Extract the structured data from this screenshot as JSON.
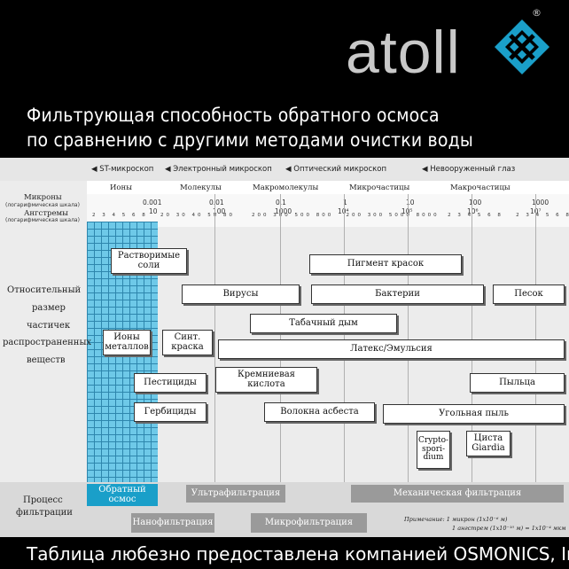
{
  "logo": {
    "text": "atoll",
    "reg": "®",
    "brand_color": "#1a9fc9"
  },
  "title": {
    "line1": "Фильтрующая способность обратного осмоса",
    "line2": "по сравнению с другими методами очистки воды"
  },
  "scopes": [
    {
      "label": "ST-микроскоп"
    },
    {
      "label": "Электронный микроскоп"
    },
    {
      "label": "Оптический микроскоп"
    },
    {
      "label": "Невооруженный глаз"
    }
  ],
  "categories": [
    "Ионы",
    "Молекулы",
    "Макромолекулы",
    "Микрочастицы",
    "Макрочастицы"
  ],
  "axes": {
    "microns_label": "Микроны",
    "microns_sub": "(логарифмическая шкала)",
    "angstrom_label": "Ангстремы",
    "angstrom_sub": "(логарифмическая шкала)",
    "micron_ticks": [
      "0.001",
      "0.01",
      "0.1",
      "1",
      "10",
      "100",
      "1000"
    ],
    "angstrom_ticks": [
      "10",
      "100",
      "1000",
      "10⁴",
      "10⁵",
      "10⁶",
      "10⁷"
    ]
  },
  "left_label": [
    "Относительный",
    "размер",
    "частичек",
    "распространенных",
    "веществ"
  ],
  "substances": [
    {
      "label": "Растворимые\nсоли"
    },
    {
      "label": "Пигмент красок"
    },
    {
      "label": "Вирусы"
    },
    {
      "label": "Бактерии"
    },
    {
      "label": "Песок"
    },
    {
      "label": "Табачный дым"
    },
    {
      "label": "Ионы\nметаллов"
    },
    {
      "label": "Синт.\nкраска"
    },
    {
      "label": "Латекс/Эмульсия"
    },
    {
      "label": "Кремниевая\nкислота"
    },
    {
      "label": "Пестициды"
    },
    {
      "label": "Пыльца"
    },
    {
      "label": "Гербициды"
    },
    {
      "label": "Волокна асбеста"
    },
    {
      "label": "Угольная пыль"
    },
    {
      "label": "Crypto-\nspori-\ndium"
    },
    {
      "label": "Циста\nGiardia"
    }
  ],
  "process_label": [
    "Процесс",
    "фильтрации"
  ],
  "processes": [
    {
      "label": "Обратный\nосмос",
      "color": "#1a9fc9"
    },
    {
      "label": "Ультрафильтрация",
      "color": "#9a9a9a"
    },
    {
      "label": "Механическая фильтрация",
      "color": "#9a9a9a"
    },
    {
      "label": "Нанофильтрация",
      "color": "#9a9a9a"
    },
    {
      "label": "Микрофильтрация",
      "color": "#9a9a9a"
    }
  ],
  "note": {
    "line1": "Примечание: 1 микрон (1x10⁻⁶ м)",
    "line2": "1 ангстрем (1x10⁻¹⁰ м) = 1x10⁻⁴ мкм"
  },
  "footer": "Таблица любезно предоставлена компанией OSMONICS, Inc."
}
